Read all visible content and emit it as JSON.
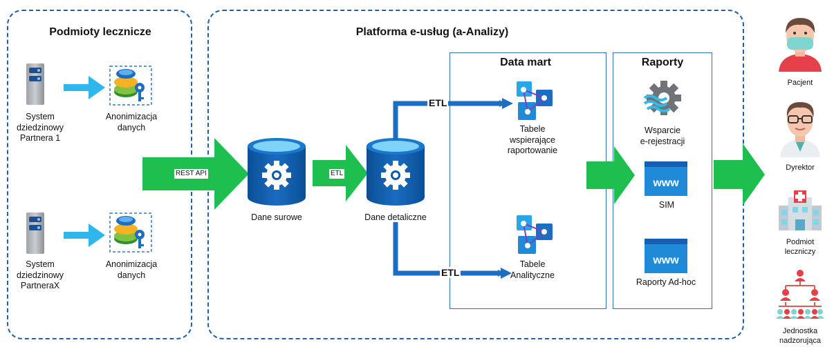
{
  "groups": {
    "providers": "Podmioty lecznicze",
    "platform": "Platforma e-usług (a-Analizy)",
    "datamart": "Data mart",
    "reports": "Raporty"
  },
  "sources": [
    {
      "system_label": [
        "System",
        "dziedzinowy",
        "Partnera 1"
      ],
      "anon_label": [
        "Anonimizacja",
        "danych"
      ]
    },
    {
      "system_label": [
        "System",
        "dziedzinowy",
        "PartneraX"
      ],
      "anon_label": [
        "Anonimizacja",
        "danych"
      ]
    }
  ],
  "flows": {
    "rest_api": "REST API",
    "etl_small": "ETL",
    "etl_top": "ETL",
    "etl_bottom": "ETL"
  },
  "stores": {
    "raw": "Dane surowe",
    "detail": "Dane detaliczne"
  },
  "datamart_items": [
    {
      "label": [
        "Tabele",
        "wspierające",
        "raportowanie"
      ]
    },
    {
      "label": [
        "Tabele",
        "Analityczne"
      ]
    }
  ],
  "report_items": [
    {
      "label": [
        "Wsparcie",
        "e-rejestracji"
      ],
      "icon": "gear-waves-icon"
    },
    {
      "label": [
        "SIM"
      ],
      "icon": "www-icon"
    },
    {
      "label": [
        "Raporty Ad-hoc"
      ],
      "icon": "www-icon"
    }
  ],
  "actors": [
    {
      "label": [
        "Pacjent"
      ],
      "icon": "patient-icon"
    },
    {
      "label": [
        "Dyrektor"
      ],
      "icon": "doctor-icon"
    },
    {
      "label": [
        "Podmiot",
        "leczniczy"
      ],
      "icon": "hospital-icon"
    },
    {
      "label": [
        "Jednostka",
        "nadzorująca"
      ],
      "icon": "org-chart-icon"
    }
  ],
  "colors": {
    "frame": "#1f5fa8",
    "green_arrow": "#1fbf4f",
    "blue_arrow": "#1b6ec2",
    "cylinder": "#0d5aa7"
  }
}
